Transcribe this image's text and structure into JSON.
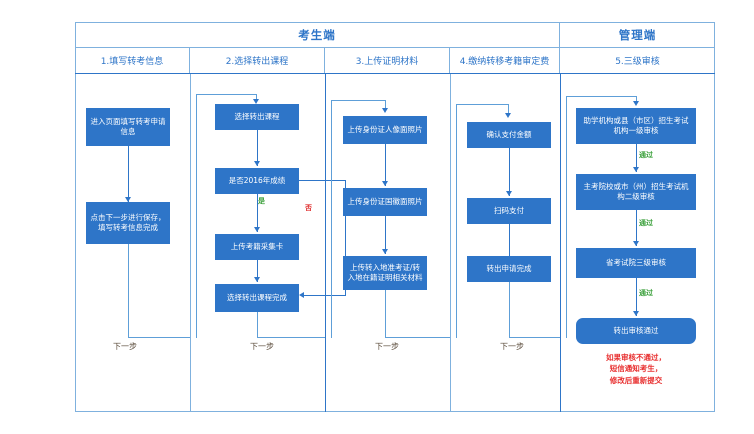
{
  "colors": {
    "accent": "#2E75C8",
    "border_light": "#7FB1DE",
    "box_fill": "#2E75C8",
    "yes_green": "#3AA03A",
    "no_red": "#E03030",
    "note_red": "#E83030"
  },
  "headers": {
    "group_left": "考生端",
    "group_right": "管理端",
    "steps": [
      "1.填写转考信息",
      "2.选择转出课程",
      "3.上传证明材料",
      "4.缴纳转移考籍审定费",
      "5.三级审核"
    ]
  },
  "columns": [
    {
      "id": "col1",
      "boxes": [
        "进入页面填写转考申请信息",
        "点击下一步进行保存，填写转考信息完成"
      ],
      "footer_label": "下一步"
    },
    {
      "id": "col2",
      "boxes": [
        "选择转出课程",
        "是否2016年成绩",
        "上传考籍采集卡",
        "选择转出课程完成"
      ],
      "branch_yes": "是",
      "branch_no": "否",
      "footer_label": "下一步"
    },
    {
      "id": "col3",
      "boxes": [
        "上传身份证人像面照片",
        "上传身份证国徽面照片",
        "上传转入地准考证/转入地在籍证明相关材料"
      ],
      "footer_label": "下一步"
    },
    {
      "id": "col4",
      "boxes": [
        "确认支付金额",
        "扫码支付",
        "转出申请完成"
      ],
      "footer_label": "下一步"
    },
    {
      "id": "col5",
      "boxes": [
        "助学机构或县（市区）招生考试机构一级审核",
        "主考院校或市（州）招生考试机构二级审核",
        "省考试院三级审核",
        "转出审核通过"
      ],
      "pass_labels": [
        "通过",
        "通过",
        "通过"
      ],
      "note": "如果审核不通过，\n短信通知考生，\n修改后重新提交"
    }
  ]
}
